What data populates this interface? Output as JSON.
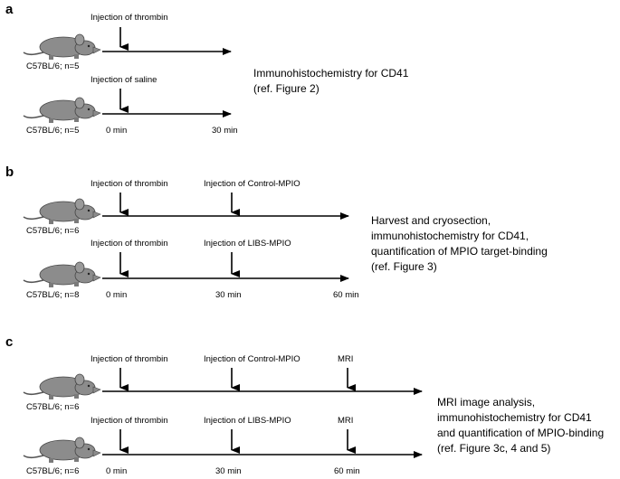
{
  "panels": [
    {
      "letter": "a",
      "groups": [
        {
          "strain": "C57BL/6; n=5",
          "events": [
            "Injection of thrombin"
          ]
        },
        {
          "strain": "C57BL/6; n=5",
          "events": [
            "Injection of saline"
          ]
        }
      ],
      "timepoints": [
        "0 min",
        "30 min"
      ],
      "outcome": [
        "Immunohistochemistry for CD41",
        "(ref. Figure 2)"
      ]
    },
    {
      "letter": "b",
      "groups": [
        {
          "strain": "C57BL/6; n=6",
          "events": [
            "Injection of thrombin",
            "Injection of Control-MPIO"
          ]
        },
        {
          "strain": "C57BL/6; n=8",
          "events": [
            "Injection of thrombin",
            "Injection of LIBS-MPIO"
          ]
        }
      ],
      "timepoints": [
        "0 min",
        "30 min",
        "60 min"
      ],
      "outcome": [
        "Harvest and cryosection,",
        "immunohistochemistry for CD41,",
        "quantification of MPIO target-binding",
        "(ref. Figure 3)"
      ]
    },
    {
      "letter": "c",
      "groups": [
        {
          "strain": "C57BL/6; n=6",
          "events": [
            "Injection of thrombin",
            "Injection of Control-MPIO",
            "MRI"
          ]
        },
        {
          "strain": "C57BL/6; n=6",
          "events": [
            "Injection of thrombin",
            "Injection of LIBS-MPIO",
            "MRI"
          ]
        }
      ],
      "timepoints": [
        "0 min",
        "30 min",
        "60 min"
      ],
      "outcome": [
        "MRI image analysis,",
        "immunohistochemistry for CD41",
        "and quantification of MPIO-binding",
        "(ref. Figure 3c, 4 and 5)"
      ]
    }
  ],
  "colors": {
    "mouse": "#8c8c8c",
    "line": "#000000"
  }
}
